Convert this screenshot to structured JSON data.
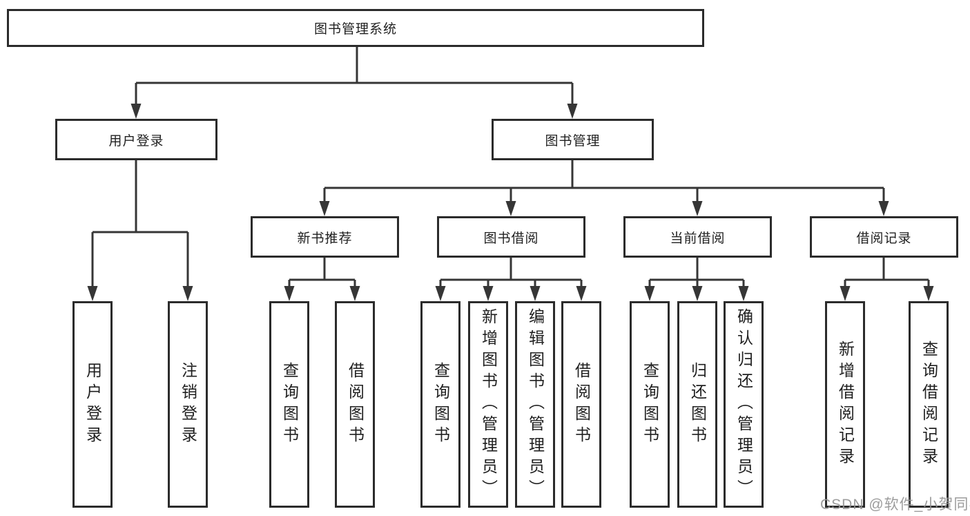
{
  "tree": {
    "root": "图书管理系统",
    "branches": [
      {
        "label": "用户登录",
        "leaves": [
          "用户登录",
          "注销登录"
        ]
      },
      {
        "label": "图书管理",
        "groups": [
          {
            "label": "新书推荐",
            "leaves": [
              "查询图书",
              "借阅图书"
            ]
          },
          {
            "label": "图书借阅",
            "leaves": [
              "查询图书",
              "新增图书（管理员）",
              "编辑图书（管理员）",
              "借阅图书"
            ]
          },
          {
            "label": "当前借阅",
            "leaves": [
              "查询图书",
              "归还图书",
              "确认归还（管理员）"
            ]
          },
          {
            "label": "借阅记录",
            "leaves": [
              "新增借阅记录",
              "查询借阅记录"
            ]
          }
        ]
      }
    ]
  },
  "watermark": "CSDN @软件_小贺同学",
  "colors": {
    "line": "#363636",
    "box_border": "#2b2b2b",
    "text": "#1f1f1f",
    "background": "#ffffff",
    "watermark": "#949494"
  }
}
